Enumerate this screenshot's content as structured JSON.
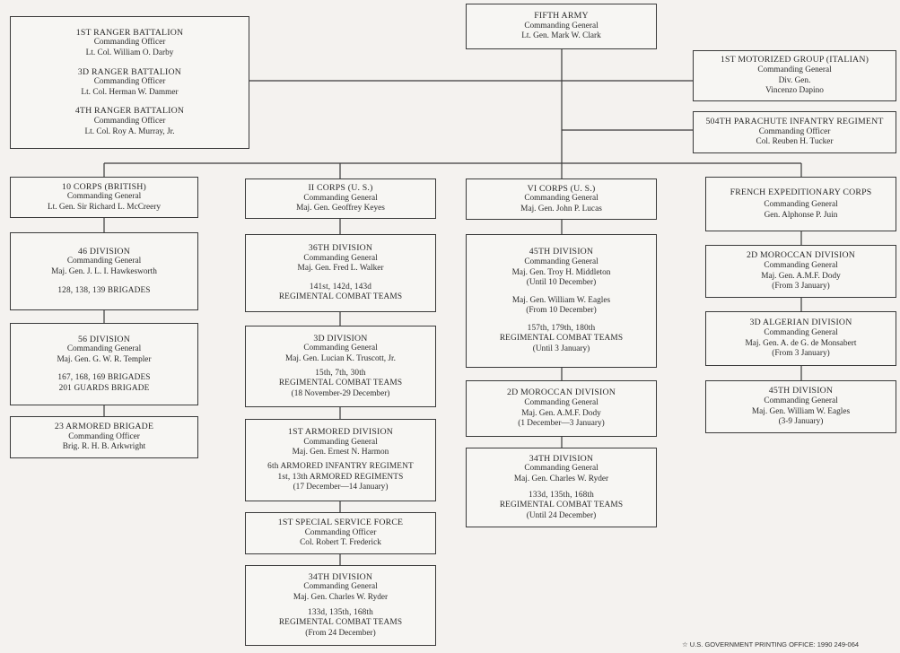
{
  "units": {
    "army": {
      "title": "FIFTH ARMY",
      "lines": [
        "Commanding General",
        "Lt. Gen. Mark W. Clark"
      ]
    },
    "rangers": [
      {
        "title": "1ST RANGER BATTALION",
        "lines": [
          "Commanding Officer",
          "Lt. Col. William O. Darby"
        ]
      },
      {
        "title": "3D RANGER BATTALION",
        "lines": [
          "Commanding Officer",
          "Lt. Col. Herman W. Dammer"
        ]
      },
      {
        "title": "4TH RANGER BATTALION",
        "lines": [
          "Commanding Officer",
          "Lt. Col. Roy A. Murray, Jr."
        ]
      }
    ],
    "italian": {
      "title": "1ST MOTORIZED GROUP (ITALIAN)",
      "lines": [
        "Commanding General",
        "Div. Gen.",
        "Vincenzo Dapino"
      ]
    },
    "parachute": {
      "title": "504TH PARACHUTE INFANTRY REGIMENT",
      "lines": [
        "Commanding Officer",
        "Col. Reuben H. Tucker"
      ]
    },
    "corps10": {
      "title": "10 CORPS (BRITISH)",
      "lines": [
        "Commanding General",
        "Lt. Gen. Sir Richard L. McCreery"
      ]
    },
    "div46": {
      "title": "46 DIVISION",
      "lines": [
        "Commanding General",
        "Maj. Gen. J. L. I. Hawkesworth"
      ],
      "extra": [
        "128, 138, 139 BRIGADES"
      ]
    },
    "div56": {
      "title": "56 DIVISION",
      "lines": [
        "Commanding General",
        "Maj. Gen. G. W. R. Templer"
      ],
      "extra": [
        "167, 168, 169 BRIGADES",
        "201 GUARDS BRIGADE"
      ]
    },
    "armored23": {
      "title": "23 ARMORED BRIGADE",
      "lines": [
        "Commanding Officer",
        "Brig. R. H. B. Arkwright"
      ]
    },
    "corps2": {
      "title": "II CORPS (U. S.)",
      "lines": [
        "Commanding General",
        "Maj. Gen. Geoffrey Keyes"
      ]
    },
    "div36": {
      "title": "36TH DIVISION",
      "lines": [
        "Commanding General",
        "Maj. Gen. Fred L. Walker"
      ],
      "extra": [
        "141st, 142d, 143d",
        "REGIMENTAL COMBAT TEAMS"
      ]
    },
    "div3": {
      "title": "3D DIVISION",
      "lines": [
        "Commanding General",
        "Maj. Gen. Lucian K. Truscott, Jr."
      ],
      "extra": [
        "15th, 7th, 30th",
        "REGIMENTAL COMBAT TEAMS",
        "(18 November-29 December)"
      ]
    },
    "armored1": {
      "title": "1ST ARMORED DIVISION",
      "lines": [
        "Commanding General",
        "Maj. Gen. Ernest N. Harmon"
      ],
      "extra": [
        "6th ARMORED INFANTRY REGIMENT",
        "1st, 13th ARMORED REGIMENTS",
        "(17 December—14 January)"
      ]
    },
    "ssf": {
      "title": "1ST SPECIAL SERVICE FORCE",
      "lines": [
        "Commanding Officer",
        "Col. Robert T. Frederick"
      ]
    },
    "div34b": {
      "title": "34TH DIVISION",
      "lines": [
        "Commanding General",
        "Maj. Gen. Charles W. Ryder"
      ],
      "extra": [
        "133d, 135th, 168th",
        "REGIMENTAL COMBAT TEAMS",
        "(From 24 December)"
      ]
    },
    "corps6": {
      "title": "VI CORPS (U. S.)",
      "lines": [
        "Commanding General",
        "Maj. Gen. John P. Lucas"
      ]
    },
    "div45": {
      "title": "45TH DIVISION",
      "lines": [
        "Commanding General",
        "Maj. Gen. Troy H. Middleton",
        "(Until 10 December)"
      ],
      "mid": [
        "Maj. Gen. William W. Eagles",
        "(From 10 December)"
      ],
      "extra": [
        "157th, 179th, 180th",
        "REGIMENTAL COMBAT TEAMS",
        "(Until 3 January)"
      ]
    },
    "moroc2a": {
      "title": "2D MOROCCAN DIVISION",
      "lines": [
        "Commanding General",
        "Maj. Gen. A.M.F. Dody",
        "(1 December—3 January)"
      ]
    },
    "div34a": {
      "title": "34TH DIVISION",
      "lines": [
        "Commanding General",
        "Maj. Gen. Charles W. Ryder"
      ],
      "extra": [
        "133d, 135th, 168th",
        "REGIMENTAL COMBAT TEAMS",
        "(Until 24 December)"
      ]
    },
    "french": {
      "title": "FRENCH EXPEDITIONARY CORPS",
      "lines": [
        "Commanding General",
        "Gen. Alphonse P. Juin"
      ]
    },
    "moroc2b": {
      "title": "2D MOROCCAN DIVISION",
      "lines": [
        "Commanding General",
        "Maj. Gen. A.M.F. Dody",
        "(From 3 January)"
      ]
    },
    "algerian3": {
      "title": "3D ALGERIAN DIVISION",
      "lines": [
        "Commanding General",
        "Maj. Gen. A. de G. de Monsabert",
        "(From 3 January)"
      ]
    },
    "div45b": {
      "title": "45TH DIVISION",
      "lines": [
        "Commanding General",
        "Maj. Gen. William W. Eagles",
        "(3-9 January)"
      ]
    }
  },
  "footer": "☆ U.S. GOVERNMENT PRINTING OFFICE: 1990  249-064"
}
